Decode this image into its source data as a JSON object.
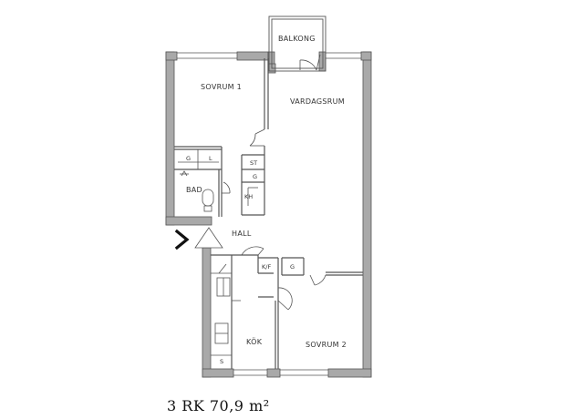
{
  "rooms": {
    "balkong": "BALKONG",
    "sovrum1": "SOVRUM 1",
    "vardagsrum": "VARDAGSRUM",
    "bad": "BAD",
    "hall": "HALL",
    "kok": "KÖK",
    "sovrum2": "SOVRUM 2"
  },
  "fixtures": {
    "g_bath": "G",
    "l_bath": "L",
    "st": "ST",
    "g_hall": "G",
    "kh": "KH",
    "kf": "K/F",
    "g_kitchen": "G",
    "s_kitchen": "S"
  },
  "summary": "3 RK 70,9 m²",
  "colors": {
    "wall": "#a9a9a9",
    "line": "#555555",
    "accent": "#111111"
  },
  "icons": {
    "entrance": "chevron-right-icon"
  }
}
